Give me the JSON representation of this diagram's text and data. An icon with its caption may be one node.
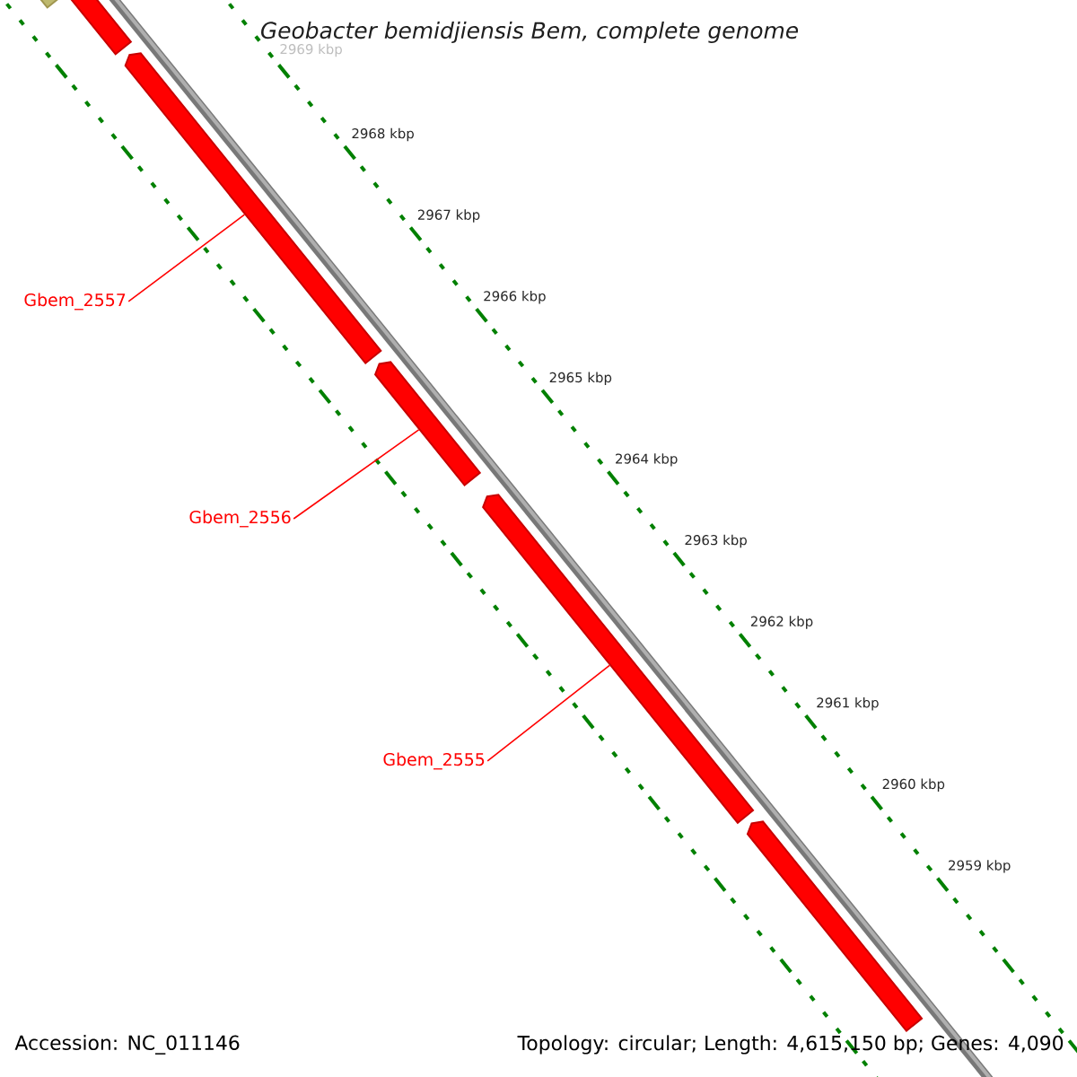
{
  "diagram": {
    "title": "Geobacter bemidjiensis Bem, complete genome",
    "nodes": [
      {
        "text": [],
        "shape": "arrow"
      },
      {
        "text": [],
        "shape": "arrow"
      },
      {
        "text": [],
        "shape": "arrow"
      },
      {
        "text": [],
        "shape": "arrow"
      },
      {
        "text": [],
        "shape": "arrow"
      },
      {
        "text": [],
        "shape": "arrow"
      },
      {
        "text": [
          "Gbem_2557"
        ]
      },
      {
        "text": [
          "Gbem_2556"
        ]
      },
      {
        "text": [
          "Gbem_2555"
        ]
      }
    ],
    "edges": [
      {
        "from": 6,
        "to": 2,
        "arrow": "none"
      },
      {
        "from": 7,
        "to": 3,
        "arrow": "none"
      },
      {
        "from": 8,
        "to": 4,
        "arrow": "none"
      }
    ],
    "labels": [
      "2969 kbp",
      "2968 kbp",
      "2967 kbp",
      "2966 kbp",
      "2965 kbp",
      "2964 kbp",
      "2963 kbp",
      "2962 kbp",
      "2961 kbp",
      "2960 kbp",
      "2959 kbp",
      "Accession: NC_011146",
      "Topology: circular; Length: 4,615,150 bp; Genes: 4,090"
    ]
  }
}
